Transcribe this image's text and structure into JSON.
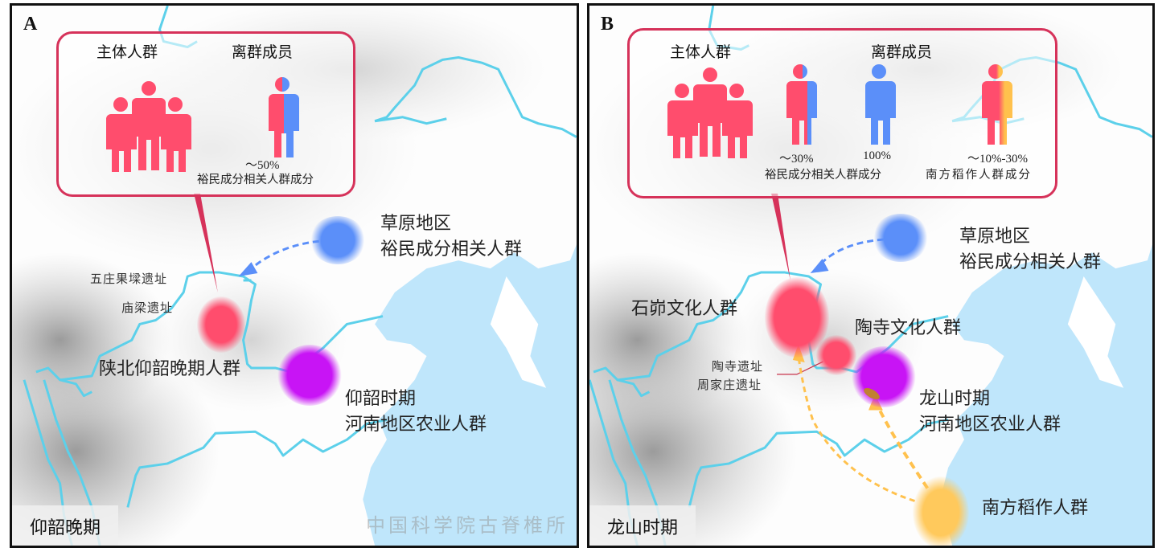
{
  "panels": {
    "A": {
      "letter": "A",
      "period": "仰韶晚期",
      "legend": {
        "main_title": "主体人群",
        "outlier_title": "离群成员",
        "outliers": [
          {
            "pct": "～50%",
            "caption": "裕民成分相关人群成分",
            "colors": [
              "#ff4d6d",
              "#5b8ff9"
            ]
          }
        ]
      },
      "labels": {
        "steppe_line1": "草原地区",
        "steppe_line2": "裕民成分相关人群",
        "site1": "五庄果墚遗址",
        "site2": "庙梁遗址",
        "group_main": "陕北仰韶晚期人群",
        "henan_line1": "仰韶时期",
        "henan_line2": "河南地区农业人群"
      },
      "watermark": "中国科学院古脊椎所"
    },
    "B": {
      "letter": "B",
      "period": "龙山时期",
      "legend": {
        "main_title": "主体人群",
        "outlier_title": "离群成员",
        "outliers": [
          {
            "pct": "～30%",
            "colors": [
              "#ff4d6d",
              "#5b8ff9"
            ]
          },
          {
            "pct": "100%",
            "colors": [
              "#5b8ff9"
            ]
          },
          {
            "pct": "～10%-30%",
            "colors": [
              "#ff4d6d",
              "#ffc14d"
            ]
          }
        ],
        "caption_left": "裕民成分相关人群成分",
        "caption_right": "南方稻作人群成分"
      },
      "labels": {
        "steppe_line1": "草原地区",
        "steppe_line2": "裕民成分相关人群",
        "shimao": "石峁文化人群",
        "taosi": "陶寺文化人群",
        "site1": "陶寺遗址",
        "site2": "周家庄遗址",
        "henan_line1": "龙山时期",
        "henan_line2": "河南地区农业人群",
        "south": "南方稻作人群"
      }
    }
  },
  "colors": {
    "main_group": "#ff4d6d",
    "steppe": "#5b8ff9",
    "henan": "#c814f5",
    "south_rice": "#ffc95c",
    "river": "#5cd0ea",
    "sea": "#bfe6fb",
    "legend_border": "#d6325a",
    "terrain_dark": "#9a9a9a"
  }
}
